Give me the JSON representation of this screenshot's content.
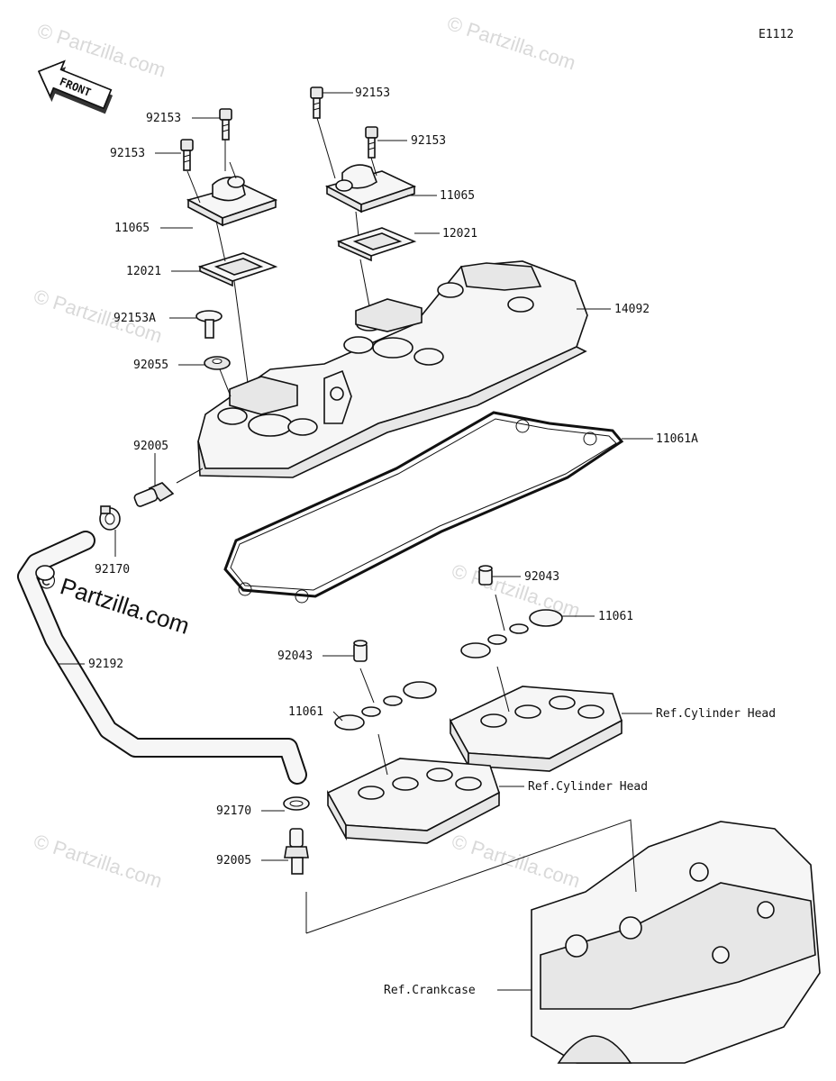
{
  "diagram_code": "E1112",
  "front_label": "FRONT",
  "watermark_small": "© Partzilla.com",
  "watermark_big": "© Partzilla.com",
  "parts": [
    {
      "id": "p1",
      "label": "92153"
    },
    {
      "id": "p2",
      "label": "92153"
    },
    {
      "id": "p3",
      "label": "92153"
    },
    {
      "id": "p4",
      "label": "92153"
    },
    {
      "id": "p5",
      "label": "11065"
    },
    {
      "id": "p6",
      "label": "11065"
    },
    {
      "id": "p7",
      "label": "12021"
    },
    {
      "id": "p8",
      "label": "12021"
    },
    {
      "id": "p9",
      "label": "92153A"
    },
    {
      "id": "p10",
      "label": "14092"
    },
    {
      "id": "p11",
      "label": "92055"
    },
    {
      "id": "p12",
      "label": "92005"
    },
    {
      "id": "p13",
      "label": "11061A"
    },
    {
      "id": "p14",
      "label": "92170"
    },
    {
      "id": "p15",
      "label": "92043"
    },
    {
      "id": "p16",
      "label": "11061"
    },
    {
      "id": "p17",
      "label": "92192"
    },
    {
      "id": "p18",
      "label": "92043"
    },
    {
      "id": "p19",
      "label": "11061"
    },
    {
      "id": "p20",
      "label": "Ref.Cylinder Head"
    },
    {
      "id": "p21",
      "label": "Ref.Cylinder Head"
    },
    {
      "id": "p22",
      "label": "92170"
    },
    {
      "id": "p23",
      "label": "92005"
    },
    {
      "id": "p24",
      "label": "Ref.Crankcase"
    }
  ]
}
